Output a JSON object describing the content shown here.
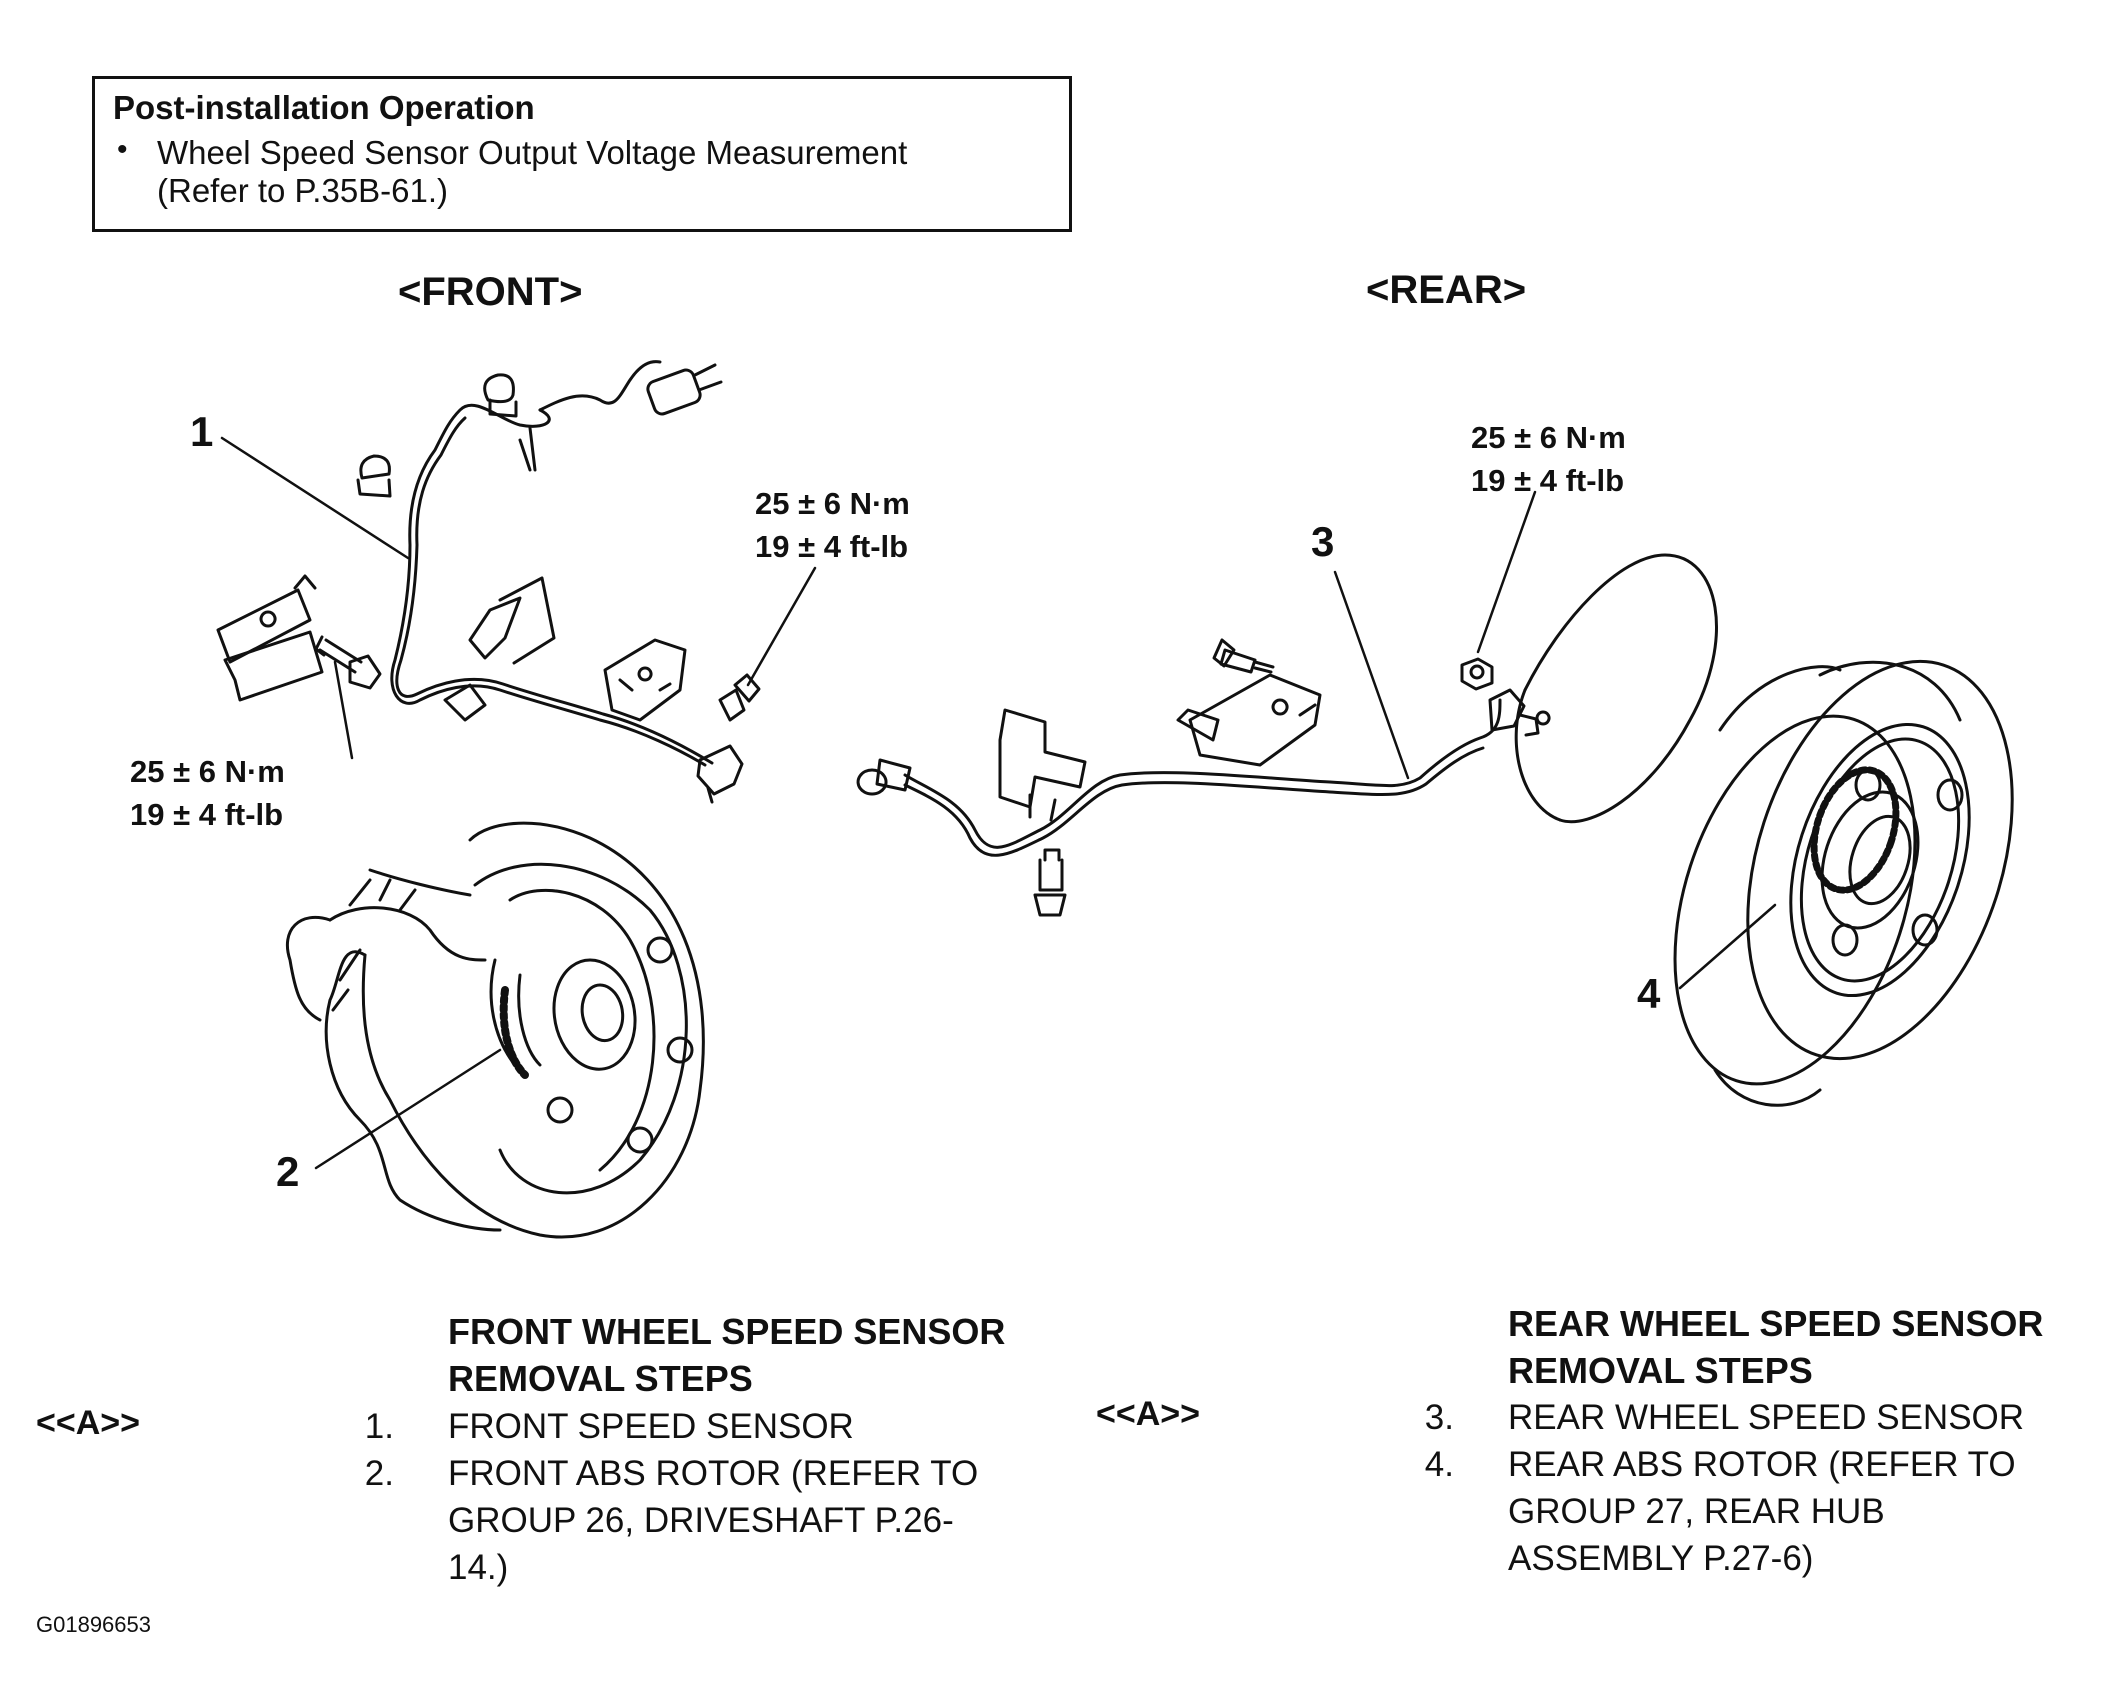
{
  "note": {
    "title": "Post-installation Operation",
    "bullet": "•",
    "line1": "Wheel Speed Sensor Output Voltage Measurement",
    "line2": "(Refer to P.35B-61.)"
  },
  "diagram": {
    "front_title": "<FRONT>",
    "rear_title": "<REAR>",
    "callouts": {
      "c1": "1",
      "c2": "2",
      "c3": "3",
      "c4": "4"
    },
    "torque_front_left": {
      "nm": "25 ± 6 N·m",
      "ftlb": "19 ± 4 ft-lb"
    },
    "torque_front_right": {
      "nm": "25 ± 6 N·m",
      "ftlb": "19 ± 4 ft-lb"
    },
    "torque_rear": {
      "nm": "25 ± 6 N·m",
      "ftlb": "19 ± 4 ft-lb"
    }
  },
  "front_steps": {
    "heading1": "FRONT WHEEL SPEED SENSOR",
    "heading2": "REMOVAL STEPS",
    "ref": "<<A>>",
    "items": [
      {
        "num": "1.",
        "lines": [
          "FRONT SPEED SENSOR"
        ]
      },
      {
        "num": "2.",
        "lines": [
          "FRONT ABS ROTOR (REFER TO",
          "GROUP 26, DRIVESHAFT P.26-",
          "14.)"
        ]
      }
    ]
  },
  "rear_steps": {
    "heading1": "REAR WHEEL SPEED SENSOR",
    "heading2": "REMOVAL STEPS",
    "ref": "<<A>>",
    "items": [
      {
        "num": "3.",
        "lines": [
          "REAR WHEEL SPEED SENSOR"
        ]
      },
      {
        "num": "4.",
        "lines": [
          "REAR ABS ROTOR (REFER TO",
          "GROUP 27, REAR HUB",
          "ASSEMBLY P.27-6)"
        ]
      }
    ]
  },
  "figure_code": "G01896653"
}
